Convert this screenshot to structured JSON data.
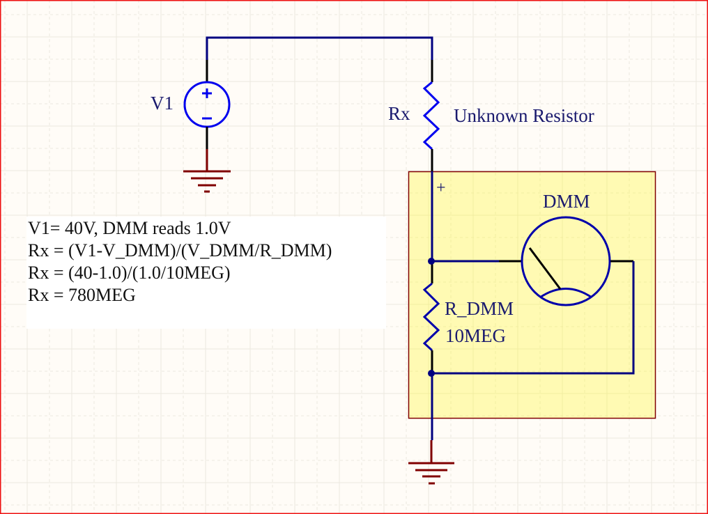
{
  "schematic": {
    "colors": {
      "background": "#fffcf7",
      "grid_major": "#ece9e1",
      "grid_minor": "#efece4",
      "frame": "#ee1111",
      "wire": "#000080",
      "symbol": "#0000ee",
      "pin": "#000000",
      "ground": "#800000",
      "label_text": "#1a1a6e",
      "note_text": "#111111",
      "note_fill": "#ffffff",
      "dmm_fill": "#fffab3",
      "dmm_border": "#800000"
    },
    "components": {
      "v1": {
        "designator": "V1",
        "type": "voltage-source",
        "plus_symbol": "+",
        "minus_symbol": "−"
      },
      "rx": {
        "designator": "Rx",
        "comment": "Unknown Resistor",
        "type": "resistor"
      },
      "dmm": {
        "title": "DMM",
        "plus_marker": "+",
        "r_dmm": {
          "designator": "R_DMM",
          "value": "10MEG",
          "type": "resistor"
        },
        "meter": {
          "type": "analog-meter"
        }
      },
      "grounds": [
        {
          "name": "ground-v1"
        },
        {
          "name": "ground-dmm"
        }
      ]
    },
    "note": {
      "lines": [
        "V1= 40V, DMM reads 1.0V",
        "Rx = (V1-V_DMM)/(V_DMM/R_DMM)",
        "Rx = (40-1.0)/(1.0/10MEG)",
        "Rx = 780MEG"
      ]
    }
  }
}
